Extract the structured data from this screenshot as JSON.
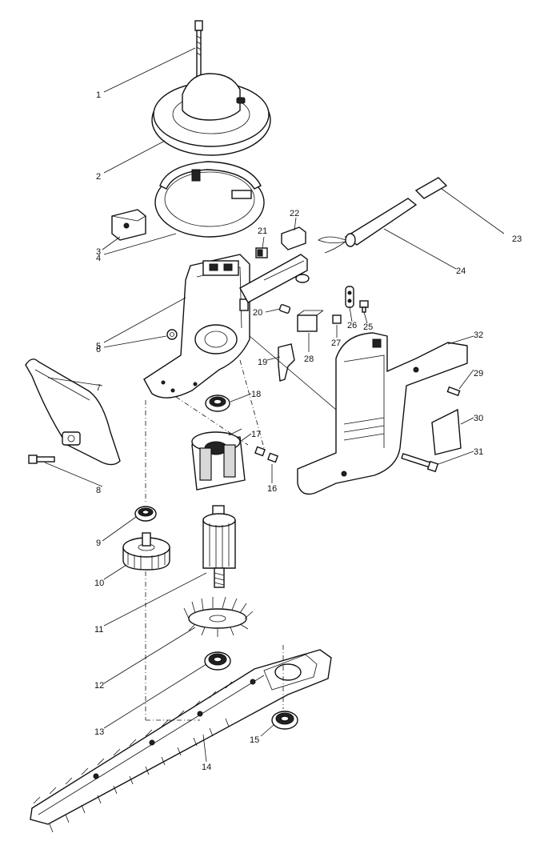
{
  "diagram": {
    "labels": [
      {
        "id": "p1",
        "text": "1"
      },
      {
        "id": "p2",
        "text": "2"
      },
      {
        "id": "p3",
        "text": "3"
      },
      {
        "id": "p4",
        "text": "4"
      },
      {
        "id": "p5",
        "text": "5"
      },
      {
        "id": "p6",
        "text": "6"
      },
      {
        "id": "p7",
        "text": "7"
      },
      {
        "id": "p8",
        "text": "8"
      },
      {
        "id": "p9",
        "text": "9"
      },
      {
        "id": "p10",
        "text": "10"
      },
      {
        "id": "p11",
        "text": "11"
      },
      {
        "id": "p12",
        "text": "12"
      },
      {
        "id": "p13",
        "text": "13"
      },
      {
        "id": "p14",
        "text": "14"
      },
      {
        "id": "p15",
        "text": "15"
      },
      {
        "id": "p16",
        "text": "16"
      },
      {
        "id": "p17",
        "text": "17"
      },
      {
        "id": "p18",
        "text": "18"
      },
      {
        "id": "p19",
        "text": "19"
      },
      {
        "id": "p20",
        "text": "20"
      },
      {
        "id": "p21",
        "text": "21"
      },
      {
        "id": "p22",
        "text": "22"
      },
      {
        "id": "p23",
        "text": "23"
      },
      {
        "id": "p24",
        "text": "24"
      },
      {
        "id": "p25",
        "text": "25"
      },
      {
        "id": "p26",
        "text": "26"
      },
      {
        "id": "p27",
        "text": "27"
      },
      {
        "id": "p28",
        "text": "28"
      },
      {
        "id": "p29",
        "text": "29"
      },
      {
        "id": "p30",
        "text": "30"
      },
      {
        "id": "p31",
        "text": "31"
      },
      {
        "id": "p32",
        "text": "32"
      }
    ]
  }
}
